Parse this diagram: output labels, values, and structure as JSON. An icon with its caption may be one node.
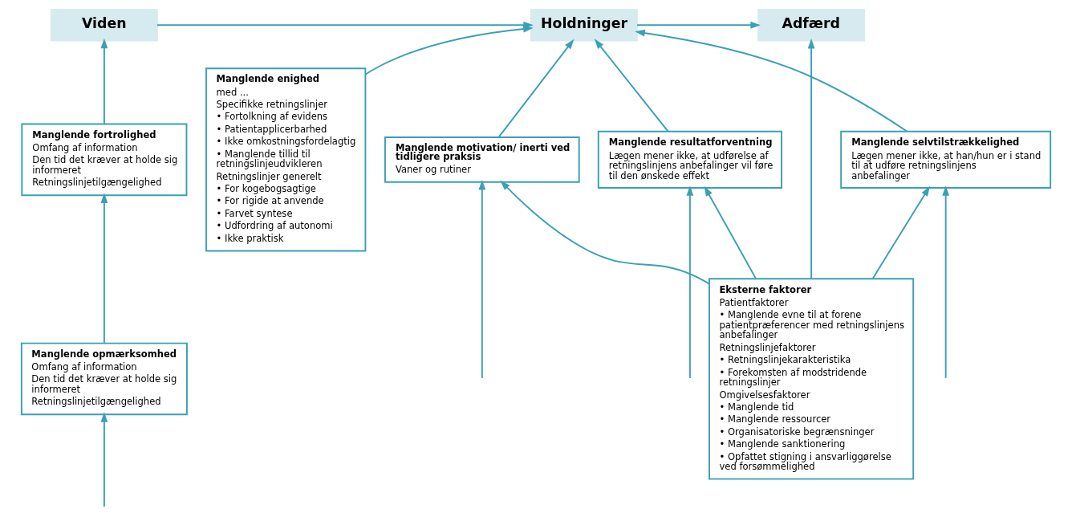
{
  "diagram": {
    "nodes": [
      {
        "text": [
          "Viden"
        ]
      },
      {
        "text": [
          "Holdninger"
        ]
      },
      {
        "text": [
          "Adfærd"
        ]
      },
      {
        "text": [
          "Manglende fortrolighed",
          "Omfang af information",
          "Den tid det kræver at holde sig informeret",
          "Retningslinjetilgængelighed"
        ]
      },
      {
        "text": [
          "Manglende opmærksomhed",
          "Omfang af information",
          "Den tid det kræver at holde sig informeret",
          "Retningslinjetilgængelighed"
        ]
      },
      {
        "text": [
          "Manglende enighed",
          "med ...",
          "Specifikke retningslinjer",
          "• Fortolkning af evidens",
          "• Patientapplicerbarhed",
          "• Ikke omkostningsfordelagtig",
          "• Manglende tillid til retningslinjeudvikleren",
          "Retningslinjer generelt",
          "• For kogebogsagtige",
          "• For rigide at anvende",
          "• Farvet syntese",
          "• Udfordring af autonomi",
          "• Ikke praktisk"
        ]
      },
      {
        "text": [
          "Manglende resultatforventning",
          "Lægen mener ikke, at udførelse af retningslinjens anbefalinger vil føre til den ønskede effekt"
        ]
      },
      {
        "text": [
          "Manglende selvtilstrækkelighed",
          "Lægen mener ikke, at han/hun er i stand til at udføre retningslinjens anbefalinger"
        ]
      },
      {
        "text": [
          "Manglende motivation/ inerti ved tidligere praksis",
          "Vaner og rutiner"
        ]
      },
      {
        "text": [
          "Eksterne faktorer",
          "Patientfaktorer",
          "• Manglende evne til at forene patientpræferencer med retningslinjens anbefalinger",
          "Retningslinjefaktorer",
          "• Retningslinjekarakteristika",
          "• Forekomsten af modstridende retningslinjer",
          "Omgivelsesfaktorer",
          "• Manglende tid",
          "• Manglende ressourcer",
          "• Organisatoriske begrænsninger",
          "• Manglende sanktionering",
          "• Opfattet stigning i ansvarliggørelse ved forsømmelighed"
        ]
      }
    ],
    "edges": [
      {
        "from": 0,
        "to": 1,
        "arrow": "to"
      },
      {
        "from": 1,
        "to": 2,
        "arrow": "to"
      },
      {
        "from": 3,
        "to": 0,
        "arrow": "to"
      },
      {
        "from": 4,
        "to": 3,
        "arrow": "to"
      },
      {
        "from": null,
        "to": 4,
        "arrow": "to"
      },
      {
        "from": 5,
        "to": 1,
        "arrow": "to"
      },
      {
        "from": 6,
        "to": 1,
        "arrow": "to"
      },
      {
        "from": 7,
        "to": 1,
        "arrow": "to"
      },
      {
        "from": 8,
        "to": 1,
        "arrow": "to"
      },
      {
        "from": 9,
        "to": 2,
        "arrow": "to"
      },
      {
        "from": 9,
        "to": 6,
        "arrow": "to"
      },
      {
        "from": 9,
        "to": 7,
        "arrow": "to"
      },
      {
        "from": 9,
        "to": 8,
        "arrow": "to"
      },
      {
        "from": null,
        "to": 6,
        "arrow": "to"
      },
      {
        "from": null,
        "to": 7,
        "arrow": "to"
      },
      {
        "from": null,
        "to": 8,
        "arrow": "to"
      }
    ]
  }
}
